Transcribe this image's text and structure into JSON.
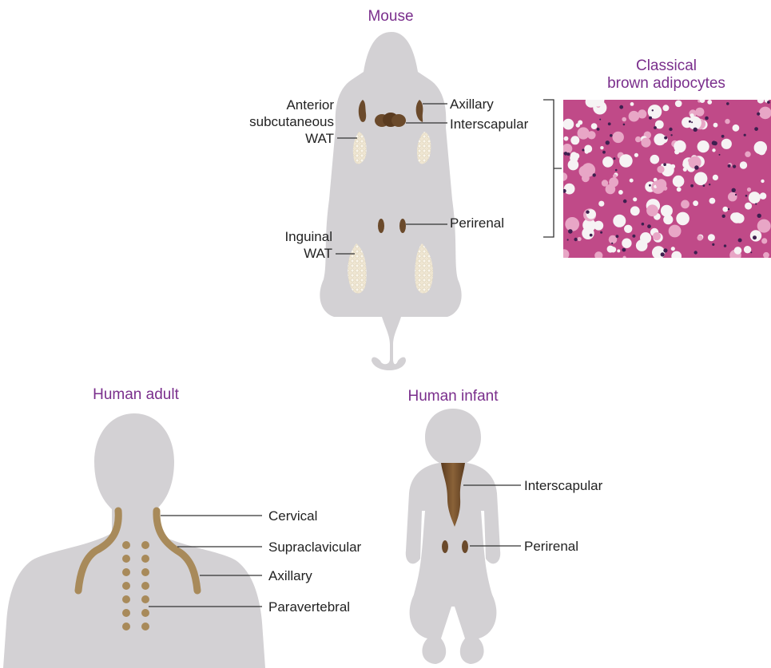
{
  "titles": {
    "mouse": "Mouse",
    "brown_line1": "Classical",
    "brown_line2": "brown adipocytes",
    "human_adult": "Human adult",
    "human_infant": "Human infant"
  },
  "mouse_labels": {
    "anterior_line1": "Anterior",
    "anterior_line2": "subcutaneous",
    "anterior_line3": "WAT",
    "axillary": "Axillary",
    "interscapular": "Interscapular",
    "perirenal": "Perirenal",
    "inguinal_line1": "Inguinal",
    "inguinal_line2": "WAT"
  },
  "adult_labels": {
    "cervical": "Cervical",
    "supraclavicular": "Supraclavicular",
    "axillary": "Axillary",
    "paravertebral": "Paravertebral"
  },
  "infant_labels": {
    "interscapular": "Interscapular",
    "perirenal": "Perirenal"
  },
  "colors": {
    "title": "#7a2e8c",
    "body_silhouette": "#d3d1d4",
    "brown_fat": "#6b4a2b",
    "white_fat": "#efe6d2",
    "human_bat": "#a88a5a",
    "histology_base": "#c04a88"
  }
}
